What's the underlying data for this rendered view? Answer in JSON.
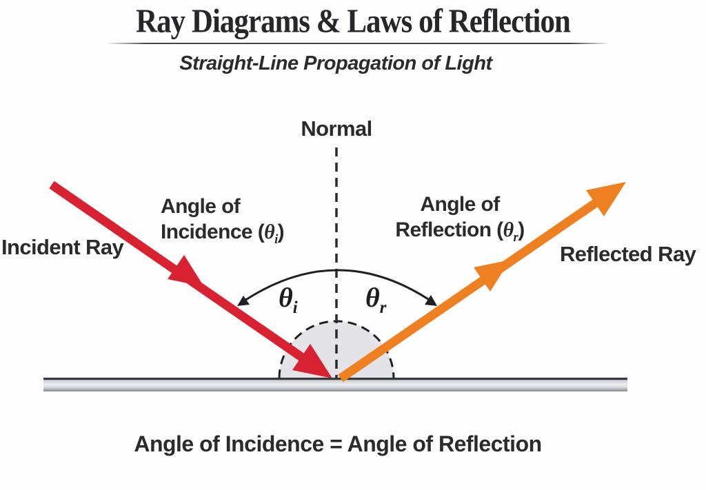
{
  "header": {
    "title": "Ray Diagrams & Laws of Reflection",
    "subtitle": "Straight-Line Propagation of Light"
  },
  "diagram": {
    "normal_label": "Normal",
    "incident_ray_label": "Incident Ray",
    "reflected_ray_label": "Reflected Ray",
    "angle_of_incidence": {
      "line1": "Angle of",
      "line2_prefix": "Incidence (",
      "symbol": "θ",
      "subscript": "i",
      "line2_suffix": ")"
    },
    "angle_of_reflection": {
      "line1": "Angle of",
      "line2_prefix": "Reflection (",
      "symbol": "θ",
      "subscript": "r",
      "line2_suffix": ")"
    },
    "theta_i": {
      "symbol": "θ",
      "subscript": "i"
    },
    "theta_r": {
      "symbol": "θ",
      "subscript": "r"
    }
  },
  "equation": "Angle of Incidence = Angle of Reflection",
  "colors": {
    "incident_ray": "#d92231",
    "reflected_ray": "#ee8022",
    "text": "#2b2b2e",
    "line": "#1f1f23",
    "angle_fill": "#e4e4e8",
    "surface_highlight": "#eef0f2",
    "surface_shadow": "#35383c"
  }
}
